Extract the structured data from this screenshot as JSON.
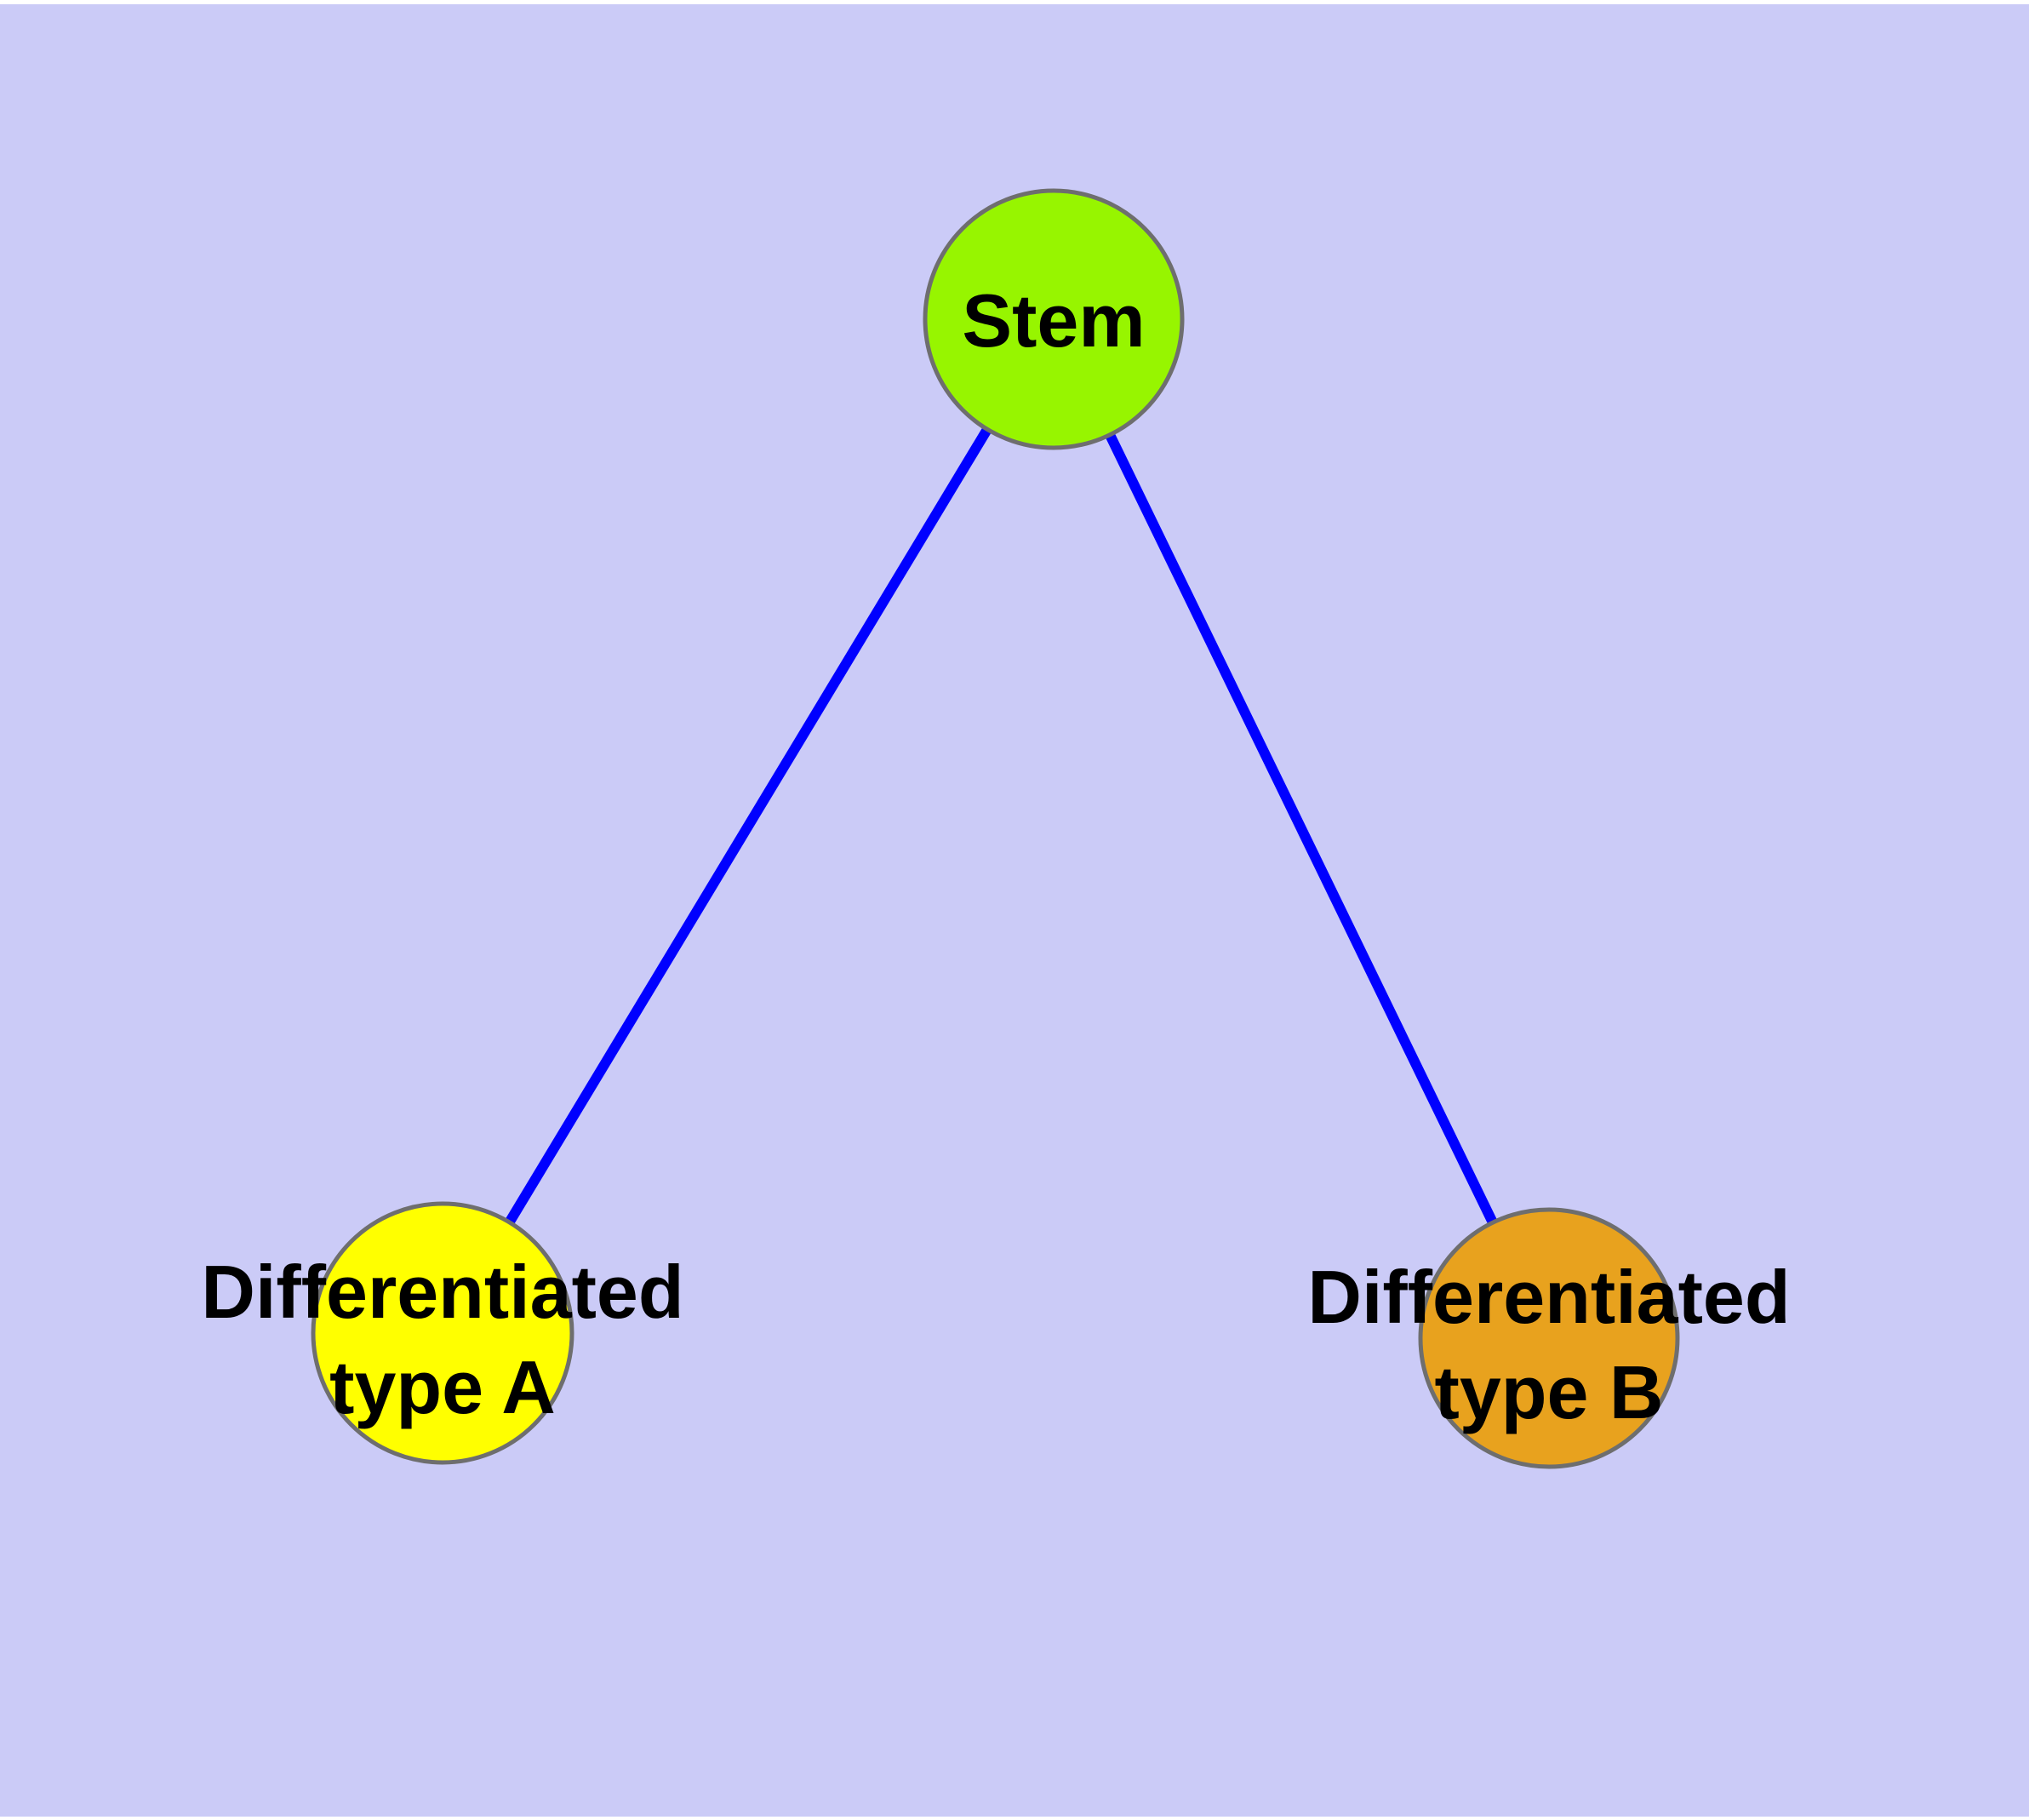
{
  "canvas": {
    "background_color": "#CBCBF7",
    "edge_strip_color": "#FFFFFF"
  },
  "edges": {
    "color": "#0000FF",
    "items": [
      {
        "from": "Stem",
        "to": "Differentiated type A"
      },
      {
        "from": "Stem",
        "to": "Differentiated type B"
      }
    ]
  },
  "nodes": {
    "stem": {
      "label": "Stem",
      "fill": "#97F500",
      "stroke": "#6E6E6E"
    },
    "type_a": {
      "label_line1": "Differentiated",
      "label_line2": "type A",
      "fill": "#FFFF00",
      "stroke": "#6E6E6E"
    },
    "type_b": {
      "label_line1": "Differentiated",
      "label_line2": "type B",
      "fill": "#E8A21E",
      "stroke": "#6E6E6E"
    }
  }
}
